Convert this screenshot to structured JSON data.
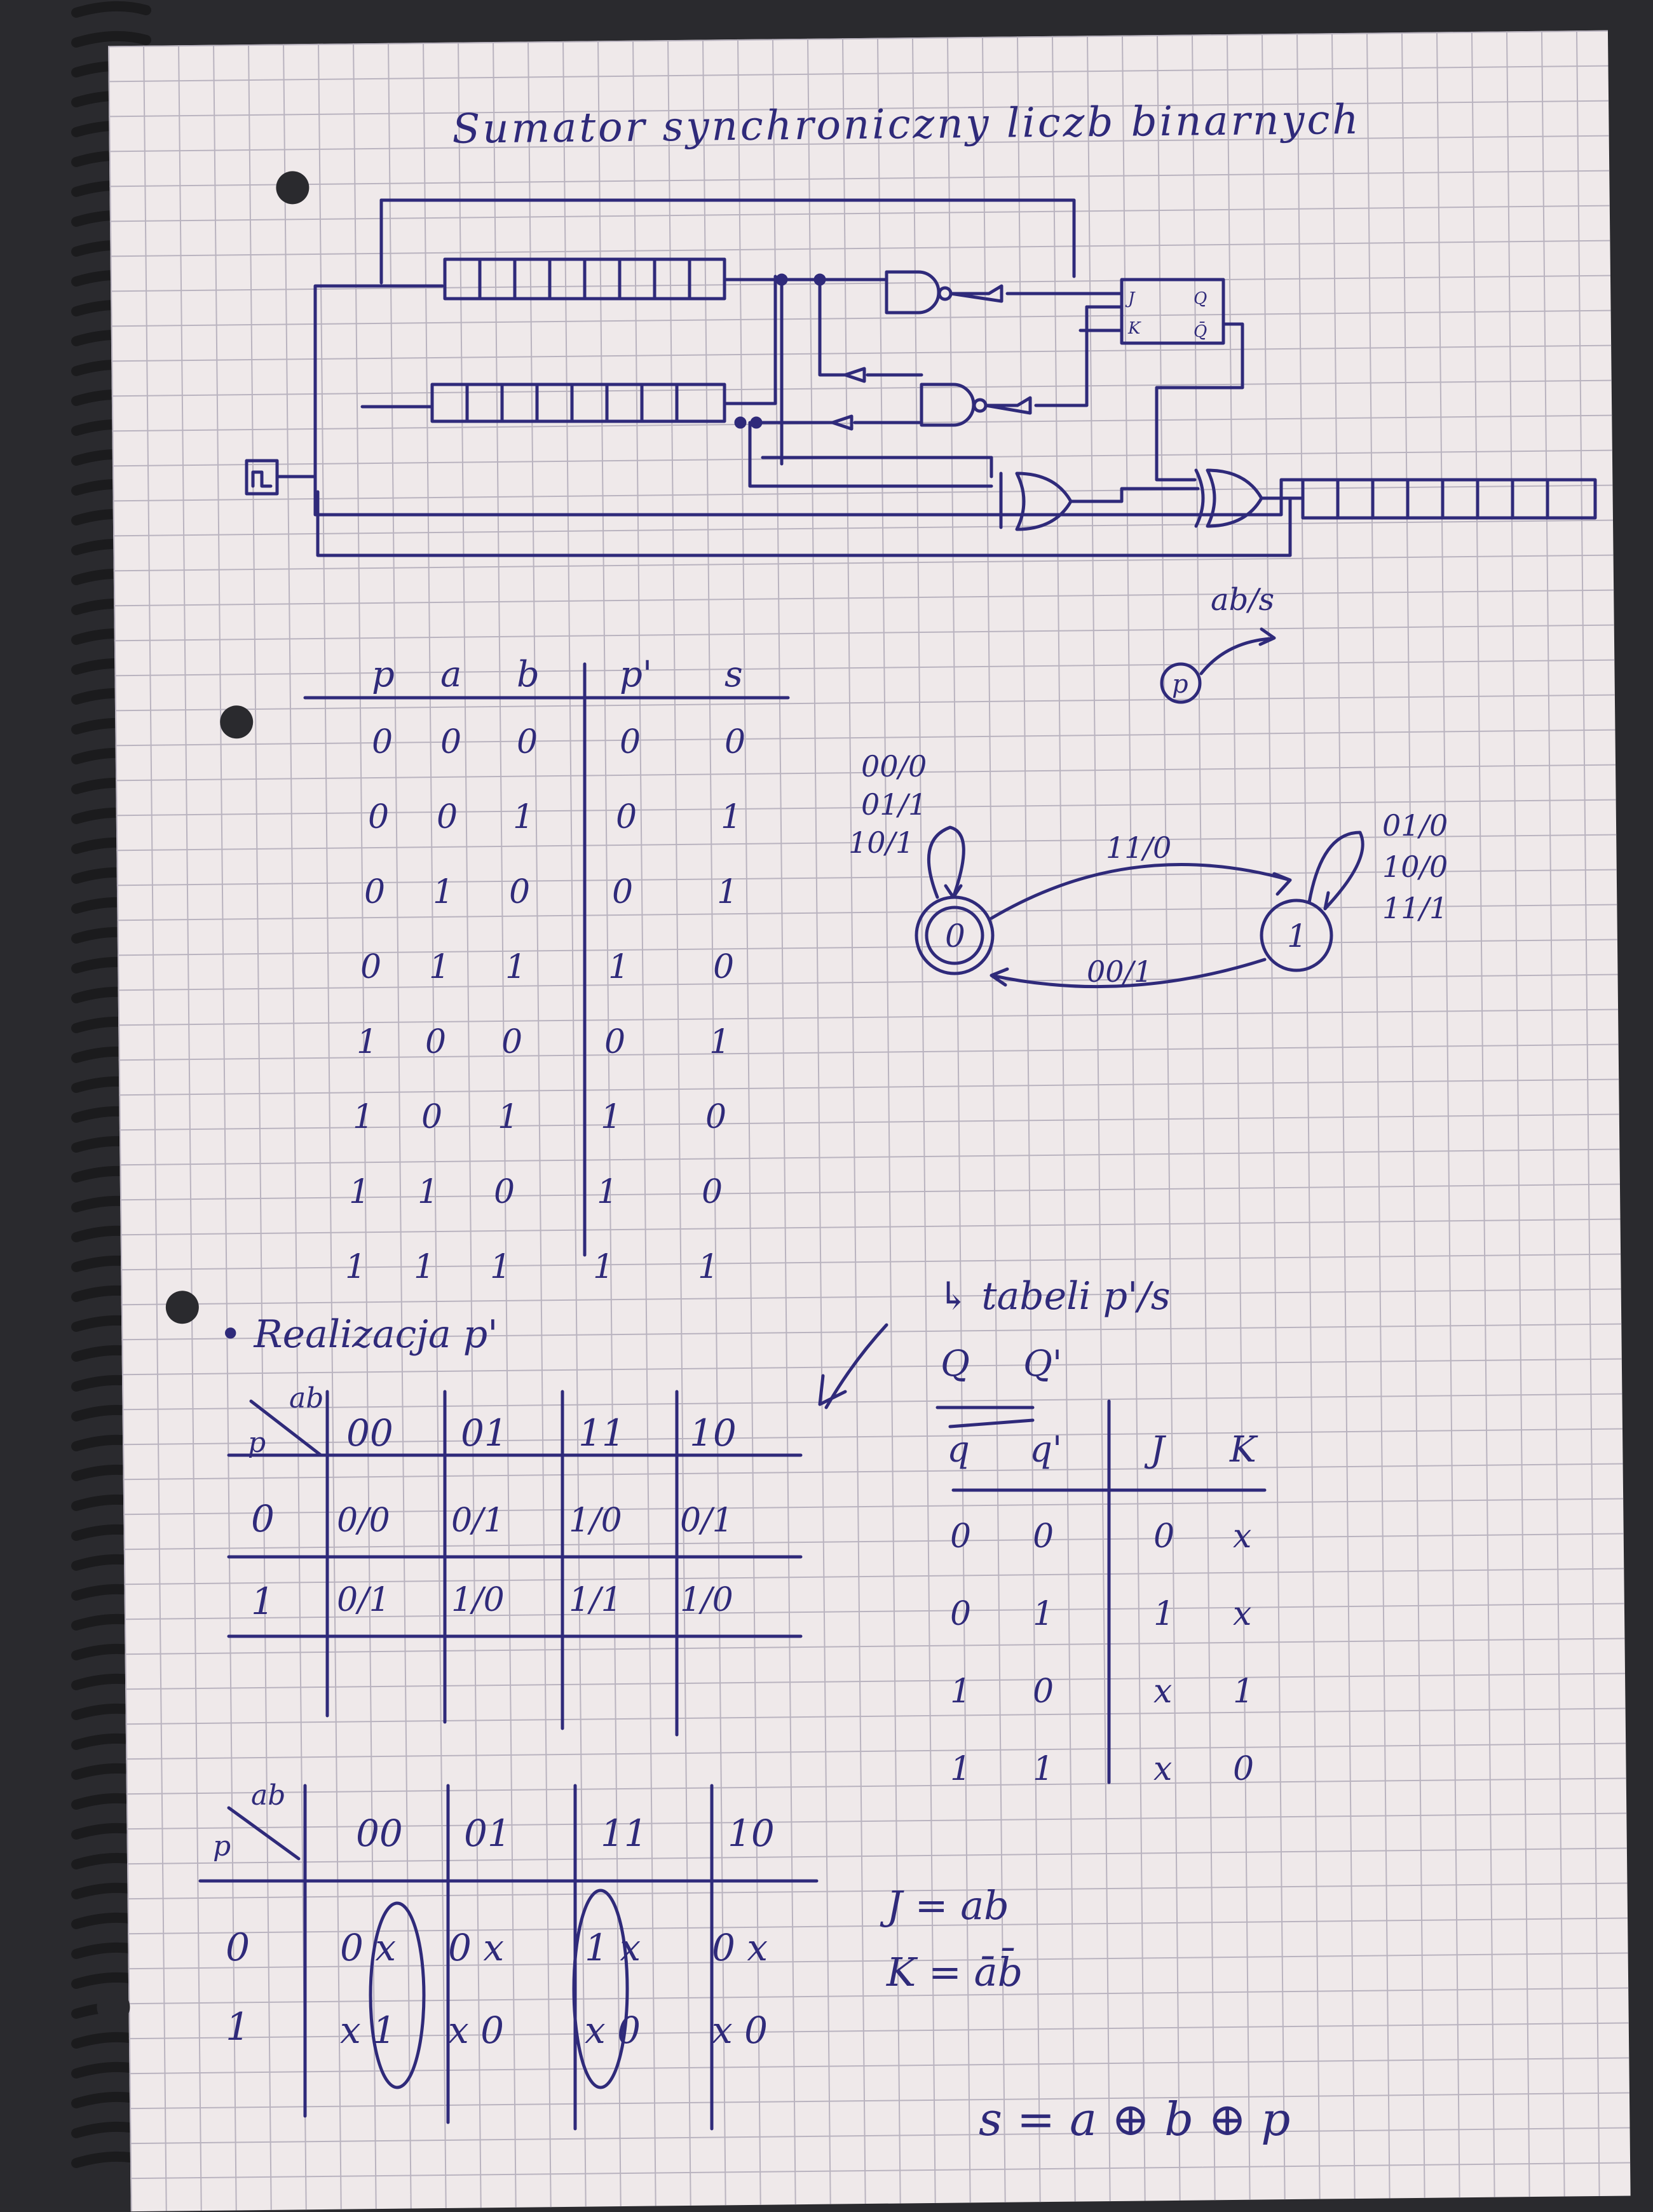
{
  "title": "Sumator synchroniczny liczb binarnych",
  "circuit": {
    "io_label": "ab/s",
    "state_label": "p",
    "ff_pins": [
      "J",
      "K",
      "Q",
      "Q̄"
    ]
  },
  "truth_table": {
    "headers": [
      "p",
      "a",
      "b",
      "p'",
      "s"
    ],
    "rows": [
      [
        "0",
        "0",
        "0",
        "0",
        "0"
      ],
      [
        "0",
        "0",
        "1",
        "0",
        "1"
      ],
      [
        "0",
        "1",
        "0",
        "0",
        "1"
      ],
      [
        "0",
        "1",
        "1",
        "1",
        "0"
      ],
      [
        "1",
        "0",
        "0",
        "0",
        "1"
      ],
      [
        "1",
        "0",
        "1",
        "1",
        "0"
      ],
      [
        "1",
        "1",
        "0",
        "1",
        "0"
      ],
      [
        "1",
        "1",
        "1",
        "1",
        "1"
      ]
    ]
  },
  "state_diagram": {
    "states": [
      "0",
      "1"
    ],
    "self_loop_0": [
      "00/0",
      "01/1",
      "10/1"
    ],
    "self_loop_1": [
      "01/0",
      "10/0",
      "11/1"
    ],
    "edge_0_to_1": "11/0",
    "edge_1_to_0": "00/1"
  },
  "realization": {
    "heading": "• Realizacja p'",
    "table_label": "↳ tabeli p'/s"
  },
  "kmap1": {
    "corner_top": "ab",
    "corner_left": "p",
    "cols": [
      "00",
      "01",
      "11",
      "10"
    ],
    "rows": [
      {
        "label": "0",
        "cells": [
          "0/0",
          "0/1",
          "1/0",
          "0/1"
        ]
      },
      {
        "label": "1",
        "cells": [
          "0/1",
          "1/0",
          "1/1",
          "1/0"
        ]
      }
    ]
  },
  "jk_table": {
    "top": [
      "Q",
      "Q'"
    ],
    "headers": [
      "q",
      "q'",
      "J",
      "K"
    ],
    "rows": [
      [
        "0",
        "0",
        "0",
        "x"
      ],
      [
        "0",
        "1",
        "1",
        "x"
      ],
      [
        "1",
        "0",
        "x",
        "1"
      ],
      [
        "1",
        "1",
        "x",
        "0"
      ]
    ]
  },
  "kmap2": {
    "corner_top": "ab",
    "corner_left": "p",
    "cols": [
      "00",
      "01",
      "11",
      "10"
    ],
    "rows": [
      {
        "label": "0",
        "cells": [
          "0 x",
          "0 x",
          "1 x",
          "0 x"
        ]
      },
      {
        "label": "1",
        "cells": [
          "x 1",
          "x 0",
          "x 0",
          "x 0"
        ]
      }
    ]
  },
  "equations": {
    "j": "J = ab",
    "k": "K = āb̄",
    "s": "s = a ⊕ b ⊕ p"
  }
}
